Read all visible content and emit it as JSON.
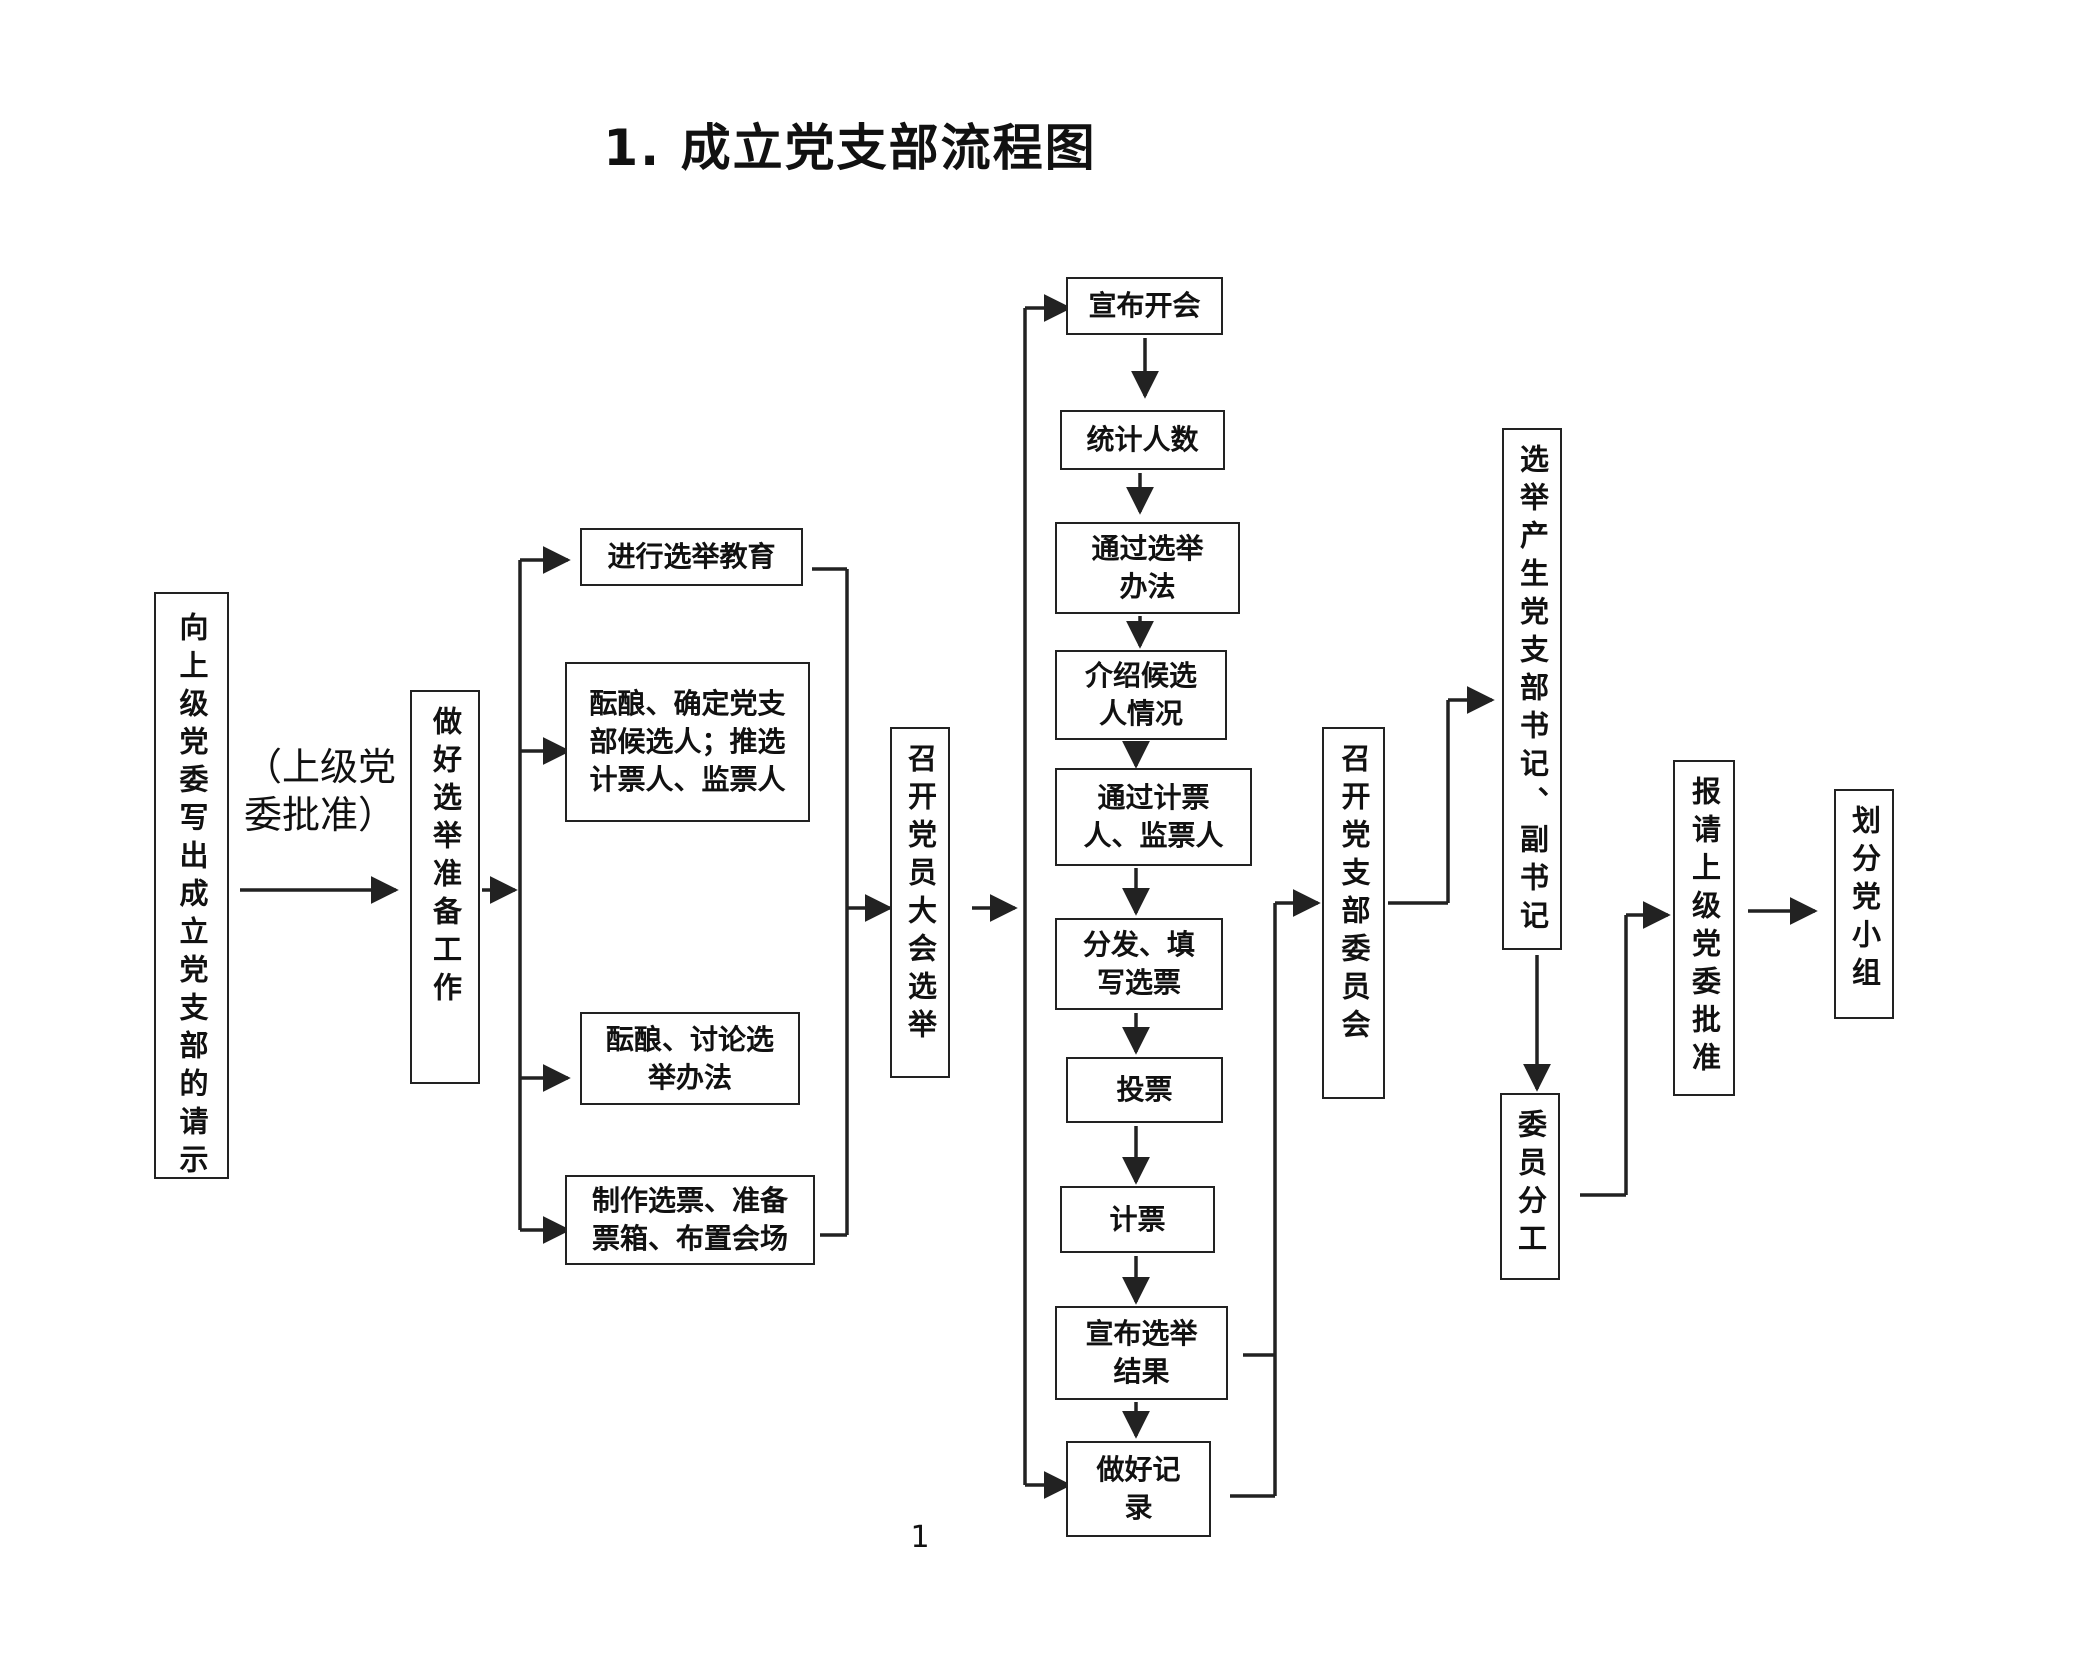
{
  "title": "1. 成立党支部流程图",
  "note": "（上级党委批准）",
  "page_number": "1",
  "nodes": {
    "request": "向上级党委写出成立党支部的请示",
    "prepare": "做好选举准备工作",
    "edu": "进行选举教育",
    "candidates": "酝酿、确定党支部候选人；推选计票人、监票人",
    "discuss": "酝酿、讨论选举办法",
    "tickets": "制作选票、准备票箱、布置会场",
    "assembly": "召开党员大会选举",
    "announce_open": "宣布开会",
    "count_people": "统计人数",
    "pass_method": "通过选举办法",
    "introduce": "介绍候选人情况",
    "pass_tellers": "通过计票人、监票人",
    "distribute": "分发、填写选票",
    "vote": "投票",
    "count_votes": "计票",
    "announce_result": "宣布选举结果",
    "record": "做好记录",
    "committee": "召开党支部委员会",
    "elect_secretary": "选举产生党支部书记、副书记",
    "division": "委员分工",
    "report": "报请上级党委批准",
    "groups": "划分党小组"
  }
}
